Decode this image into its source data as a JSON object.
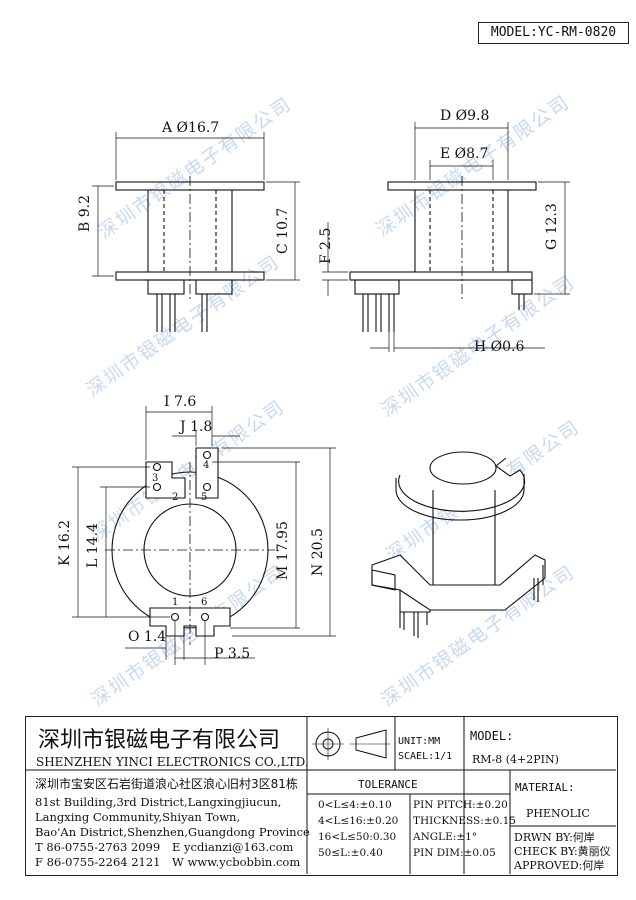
{
  "model_header": "MODEL:YC-RM-0820",
  "watermark": "深圳市银磁电子有限公司",
  "dimensions": {
    "A": "A Ø16.7",
    "B": "B 9.2",
    "C": "C 10.7",
    "D": "D Ø9.8",
    "E": "E Ø8.7",
    "F": "F 2.5",
    "G": "G 12.3",
    "H": "H Ø0.6",
    "I": "I 7.6",
    "J": "J 1.8",
    "K": "K 16.2",
    "L": "L 14.4",
    "M": "M 17.95",
    "N": "N 20.5",
    "O": "O 1.4",
    "P": "P 3.5"
  },
  "pin_numbers": [
    "3",
    "4",
    "2",
    "5",
    "1",
    "6"
  ],
  "title_block": {
    "company_cn": "深圳市银磁电子有限公司",
    "company_en": "SHENZHEN YINCI ELECTRONICS CO.,LTD.",
    "unit": "UNIT:MM",
    "scale": "SCAEL:1/1",
    "model_label": "MODEL:",
    "model_value": "RM-8 (4+2PIN)",
    "address_cn": "深圳市宝安区石岩街道浪心社区浪心旧村3区81栋",
    "address_en_1": "81st Building,3rd District,Langxingjiucun,",
    "address_en_2": "Langxing Community,Shiyan Town,",
    "address_en_3": "Bao'An District,Shenzhen,Guangdong Province",
    "tel": "T 86-0755-2763 2099",
    "email": "E ycdianzi@163.com",
    "fax": "F 86-0755-2264 2121",
    "web": "W www.ycbobbin.com",
    "tolerance_title": "TOLERANCE",
    "tolerances": [
      "0<L≤4:±0.10",
      "4<L≤16:±0.20",
      "16<L≤50:0.30",
      "50≤L:±0.40"
    ],
    "tolerances_right": [
      "PIN PITCH:±0.20",
      "THICKNESS:±0.15",
      "ANGLE:±1°",
      "PIN DIM:±0.05"
    ],
    "material_label": "MATERIAL:",
    "material_value": "PHENOLIC",
    "drawn_by": "DRWN BY:何岸",
    "check_by": "CHECK BY:黄丽仪",
    "approved": "APPROVED:何岸"
  }
}
